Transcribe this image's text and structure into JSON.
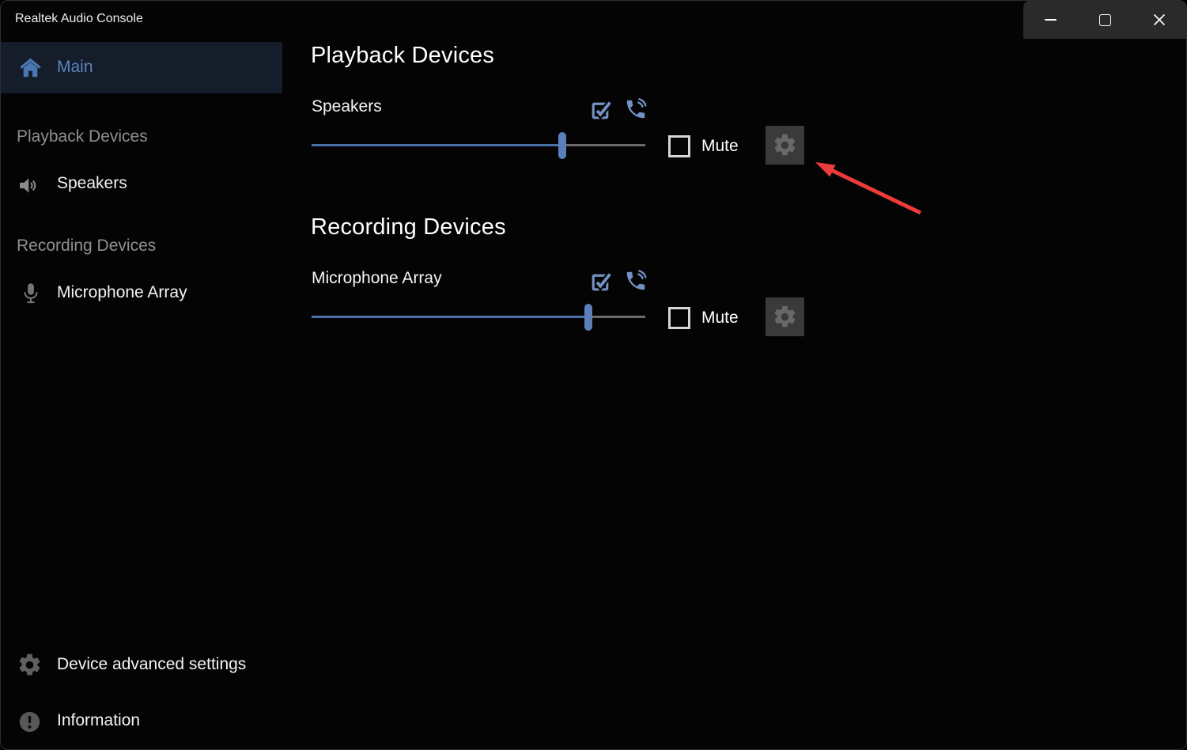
{
  "titlebar": {
    "app_title": "Realtek Audio Console",
    "controls": [
      {
        "name": "minimize",
        "icon": "minimize-icon"
      },
      {
        "name": "maximize",
        "icon": "maximize-icon"
      },
      {
        "name": "close",
        "icon": "close-icon"
      }
    ]
  },
  "sidebar": {
    "main": {
      "label": "Main",
      "icon": "home-icon",
      "selected": true
    },
    "sections": [
      {
        "header": "Playback Devices",
        "items": [
          {
            "label": "Speakers",
            "icon": "speaker-icon"
          }
        ]
      },
      {
        "header": "Recording Devices",
        "items": [
          {
            "label": "Microphone Array",
            "icon": "microphone-icon"
          }
        ]
      }
    ],
    "footer": [
      {
        "label": "Device advanced settings",
        "icon": "gear-icon"
      },
      {
        "label": "Information",
        "icon": "info-icon"
      }
    ]
  },
  "content": {
    "playback": {
      "heading": "Playback Devices",
      "device_name": "Speakers",
      "volume_percent": 75,
      "mute_label": "Mute",
      "muted": false,
      "icons": [
        "default-device-check-icon",
        "communication-phone-icon"
      ]
    },
    "recording": {
      "heading": "Recording Devices",
      "device_name": "Microphone Array",
      "volume_percent": 83,
      "mute_label": "Mute",
      "muted": false,
      "icons": [
        "default-device-check-icon",
        "communication-phone-icon"
      ]
    }
  },
  "annotation": {
    "arrow_color": "#ee3b3b",
    "points_at": "playback-settings-gear-button"
  },
  "colors": {
    "accent_blue": "#5b80b9",
    "track_fill_blue": "#4a70a8",
    "icon_steel_blue": "#7392c4",
    "selected_item_bg": "#151d2b",
    "selected_text": "#5c85c0",
    "gear_button_bg": "#3a3a3a",
    "controls_strip_bg": "#2b2a2a"
  }
}
